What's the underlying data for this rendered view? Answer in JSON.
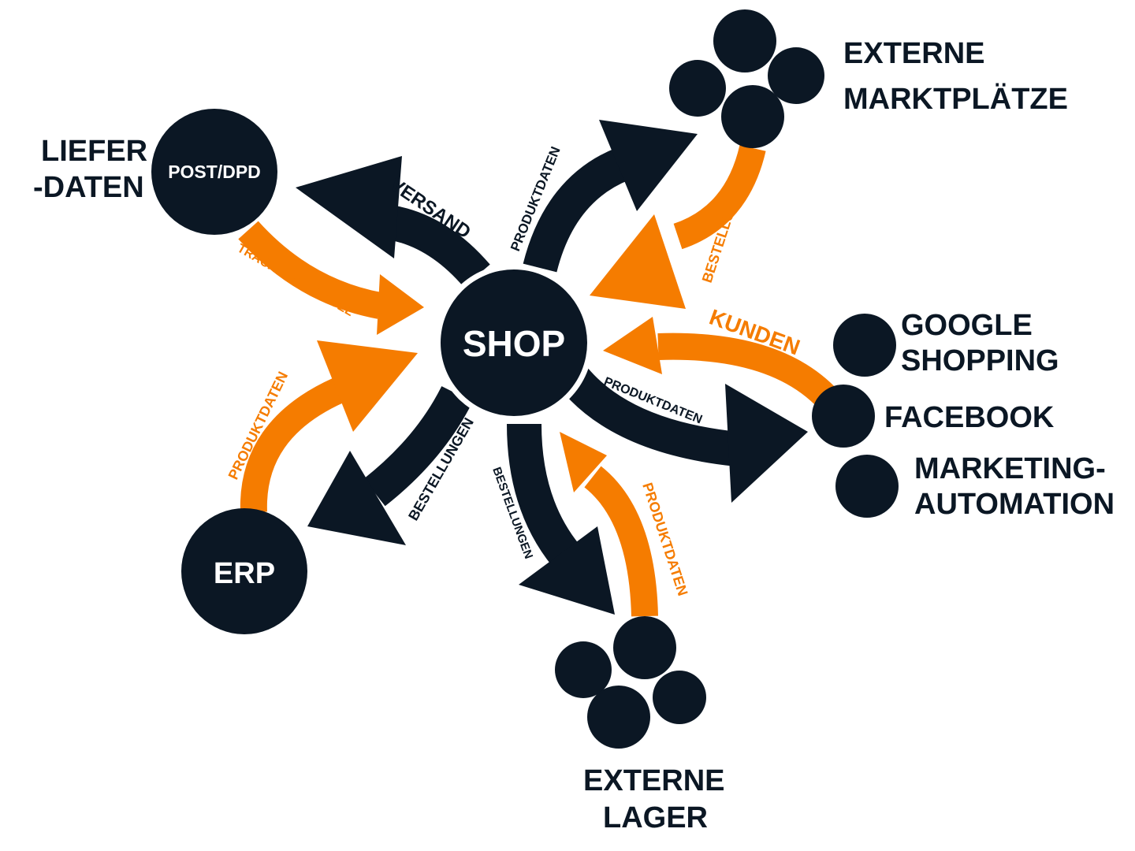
{
  "center": {
    "label": "SHOP"
  },
  "nodes": {
    "post": {
      "label": "POST/DPD",
      "side_label_1": "LIEFER",
      "side_label_2": "-DATEN"
    },
    "erp": {
      "label": "ERP"
    },
    "marketplaces": {
      "label_1": "EXTERNE",
      "label_2": "MARKTPLÄTZE"
    },
    "warehouses": {
      "label_1": "EXTERNE",
      "label_2": "LAGER"
    },
    "google": {
      "label_1": "GOOGLE",
      "label_2": "SHOPPING"
    },
    "facebook": {
      "label": "FACEBOOK"
    },
    "marketing": {
      "label_1": "MARKETING-",
      "label_2": "AUTOMATION"
    }
  },
  "flows": {
    "versand": "VERSAND",
    "tracking": "TRACKING# & LABEL",
    "produktdaten_to_marketplaces": "PRODUKTDATEN",
    "bestellungen_from_marketplaces": "BESTELLUNGEN",
    "kunden": "KUNDEN",
    "produktdaten_to_channels": "PRODUKTDATEN",
    "produktdaten_from_erp": "PRODUKTDATEN",
    "bestellungen_to_erp": "BESTELLUNGEN",
    "bestellungen_to_warehouses": "BESTELLUNGEN",
    "produktdaten_from_warehouses": "PRODUKTDATEN"
  },
  "colors": {
    "dark": "#0b1724",
    "accent": "#f57c00",
    "background": "#ffffff"
  }
}
